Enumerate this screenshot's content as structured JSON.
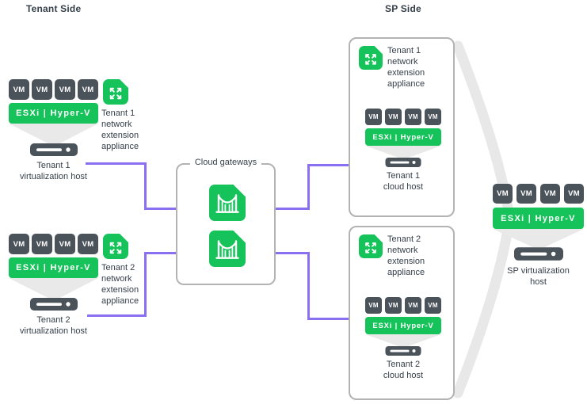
{
  "headers": {
    "tenant_side": "Tenant Side",
    "sp_side": "SP Side"
  },
  "labels": {
    "vm": "VM",
    "hypervisor": "ESXi | Hyper-V"
  },
  "left": {
    "tenant1_host": [
      "Tenant 1",
      "virtualization host"
    ],
    "tenant1_appliance": [
      "Tenant 1",
      "network",
      "extension",
      "appliance"
    ],
    "tenant2_host": [
      "Tenant 2",
      "virtualization host"
    ],
    "tenant2_appliance": [
      "Tenant 2",
      "network",
      "extension",
      "appliance"
    ]
  },
  "gateways": {
    "title": "Cloud gateways"
  },
  "sp": {
    "tenant1_appliance": [
      "Tenant 1",
      "network extension",
      "appliance"
    ],
    "tenant1_host": [
      "Tenant 1",
      "cloud host"
    ],
    "tenant2_appliance": [
      "Tenant 2",
      "network extension",
      "appliance"
    ],
    "tenant2_host": [
      "Tenant 2",
      "cloud host"
    ],
    "sp_host": [
      "SP virtualization",
      "host"
    ]
  },
  "icons": {
    "appliance": "expand-arrows-icon",
    "gateway": "bridge-icon",
    "host": "server-icon"
  },
  "colors": {
    "green": "#16c35a",
    "purple": "#8a6ff0",
    "slate": "#4a525a",
    "panel_border": "#b3b3b3",
    "funnel_gray": "#e9e9e9",
    "text": "#36404a"
  }
}
